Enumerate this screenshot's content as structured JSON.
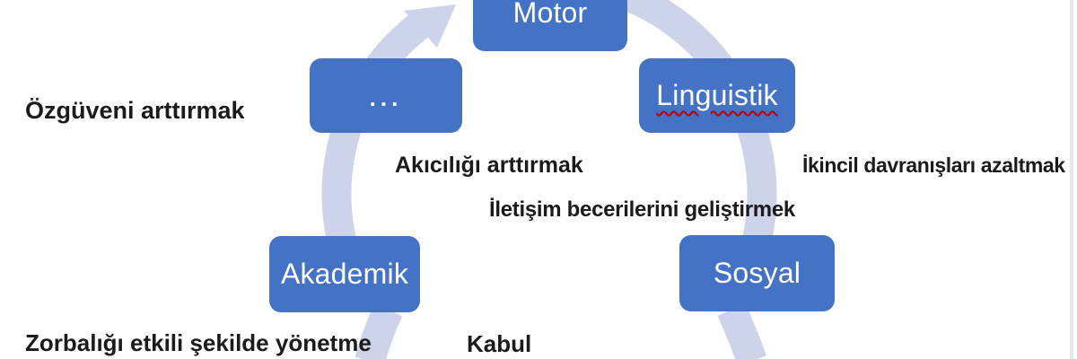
{
  "diagram": {
    "type": "cycle",
    "direction": "clockwise",
    "nodes": [
      {
        "id": "motor",
        "label": "Motor"
      },
      {
        "id": "ellipsis",
        "label": "..."
      },
      {
        "id": "linguistik",
        "label": "Linguistik",
        "spellcheck_underline": true
      },
      {
        "id": "akademik",
        "label": "Akademik"
      },
      {
        "id": "sosyal",
        "label": "Sosyal"
      }
    ],
    "annotations": [
      {
        "id": "ozguveni",
        "text": "Özgüveni arttırmak"
      },
      {
        "id": "akicilik",
        "text": "Akıcılığı arttırmak"
      },
      {
        "id": "ikincil",
        "text": "İkincil davranışları azaltmak"
      },
      {
        "id": "iletisim",
        "text": "İletişim becerilerini geliştirmek"
      },
      {
        "id": "zorbalik",
        "text": "Zorbalığı etkili şekilde yönetme"
      },
      {
        "id": "kabul",
        "text": "Kabul"
      }
    ]
  },
  "colors": {
    "node_fill": "#4472C4",
    "node_text": "#FFFFFF",
    "arc": "#CDD3E9",
    "annotation_text": "#1B1B1B",
    "underline": "#C00000",
    "edge_line": "#E7E7EA"
  }
}
